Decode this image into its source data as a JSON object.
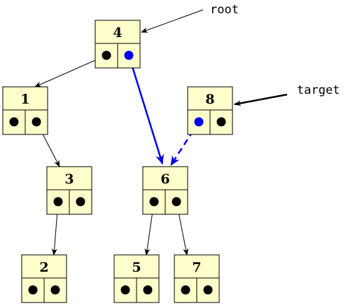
{
  "labels": {
    "root": "root",
    "target": "target"
  },
  "nodes": [
    {
      "id": "n4",
      "key": "4",
      "pointers": [
        "black",
        "blue"
      ]
    },
    {
      "id": "n1",
      "key": "1",
      "pointers": [
        "black",
        "black"
      ]
    },
    {
      "id": "n8",
      "key": "8",
      "pointers": [
        "blue",
        "black"
      ]
    },
    {
      "id": "n3",
      "key": "3",
      "pointers": [
        "black",
        "black"
      ]
    },
    {
      "id": "n6",
      "key": "6",
      "pointers": [
        "black",
        "black"
      ]
    },
    {
      "id": "n2",
      "key": "2",
      "pointers": [
        "black",
        "black"
      ]
    },
    {
      "id": "n5",
      "key": "5",
      "pointers": [
        "black",
        "black"
      ]
    },
    {
      "id": "n7",
      "key": "7",
      "pointers": [
        "black",
        "black"
      ]
    }
  ],
  "edges": [
    {
      "from": "n4",
      "slot": "left",
      "to": "n1",
      "style": "normal"
    },
    {
      "from": "n4",
      "slot": "right",
      "to": "n6",
      "style": "highlight"
    },
    {
      "from": "n8",
      "slot": "left",
      "to": "n6",
      "style": "highlight-dashed"
    },
    {
      "from": "n1",
      "slot": "right",
      "to": "n3",
      "style": "normal"
    },
    {
      "from": "n3",
      "slot": "left",
      "to": "n2",
      "style": "normal"
    },
    {
      "from": "n6",
      "slot": "left",
      "to": "n5",
      "style": "normal"
    },
    {
      "from": "n6",
      "slot": "right",
      "to": "n7",
      "style": "normal"
    }
  ],
  "colors": {
    "node_fill": "#ffffcc",
    "pointer": "#000000",
    "highlight": "#0000ee"
  }
}
